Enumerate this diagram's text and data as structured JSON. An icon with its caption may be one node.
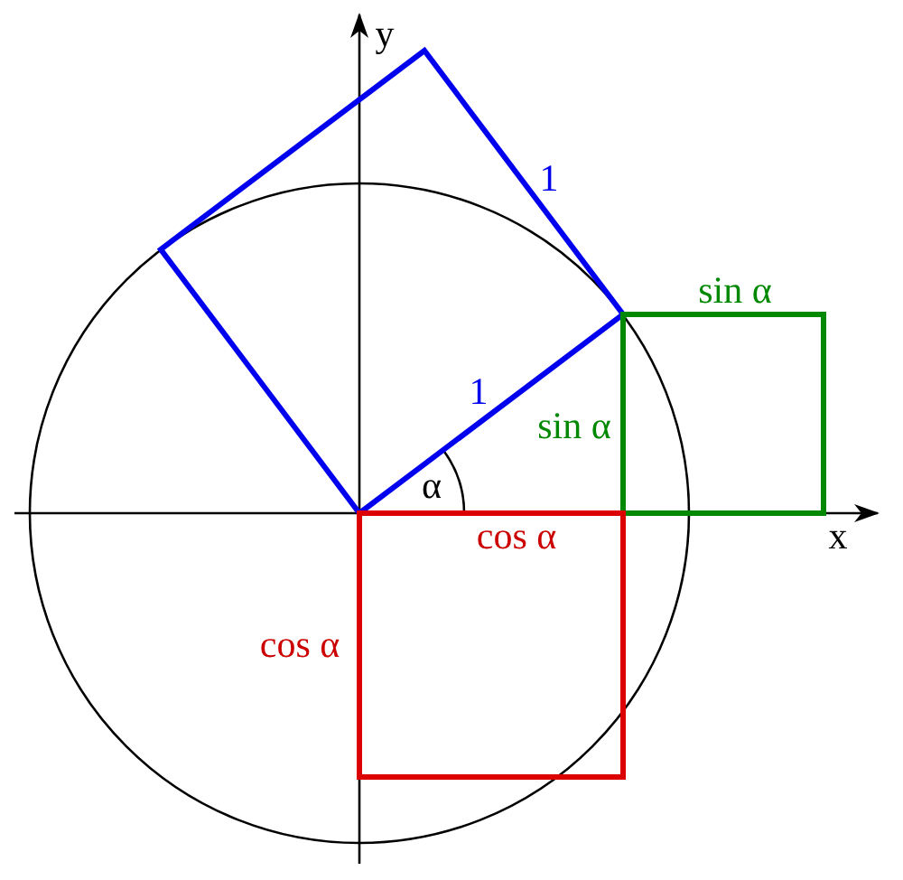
{
  "diagram": {
    "labels": [
      "y",
      "1",
      "sin α",
      "1",
      "sin α",
      "α",
      "x",
      "cos α",
      "cos α"
    ]
  }
}
